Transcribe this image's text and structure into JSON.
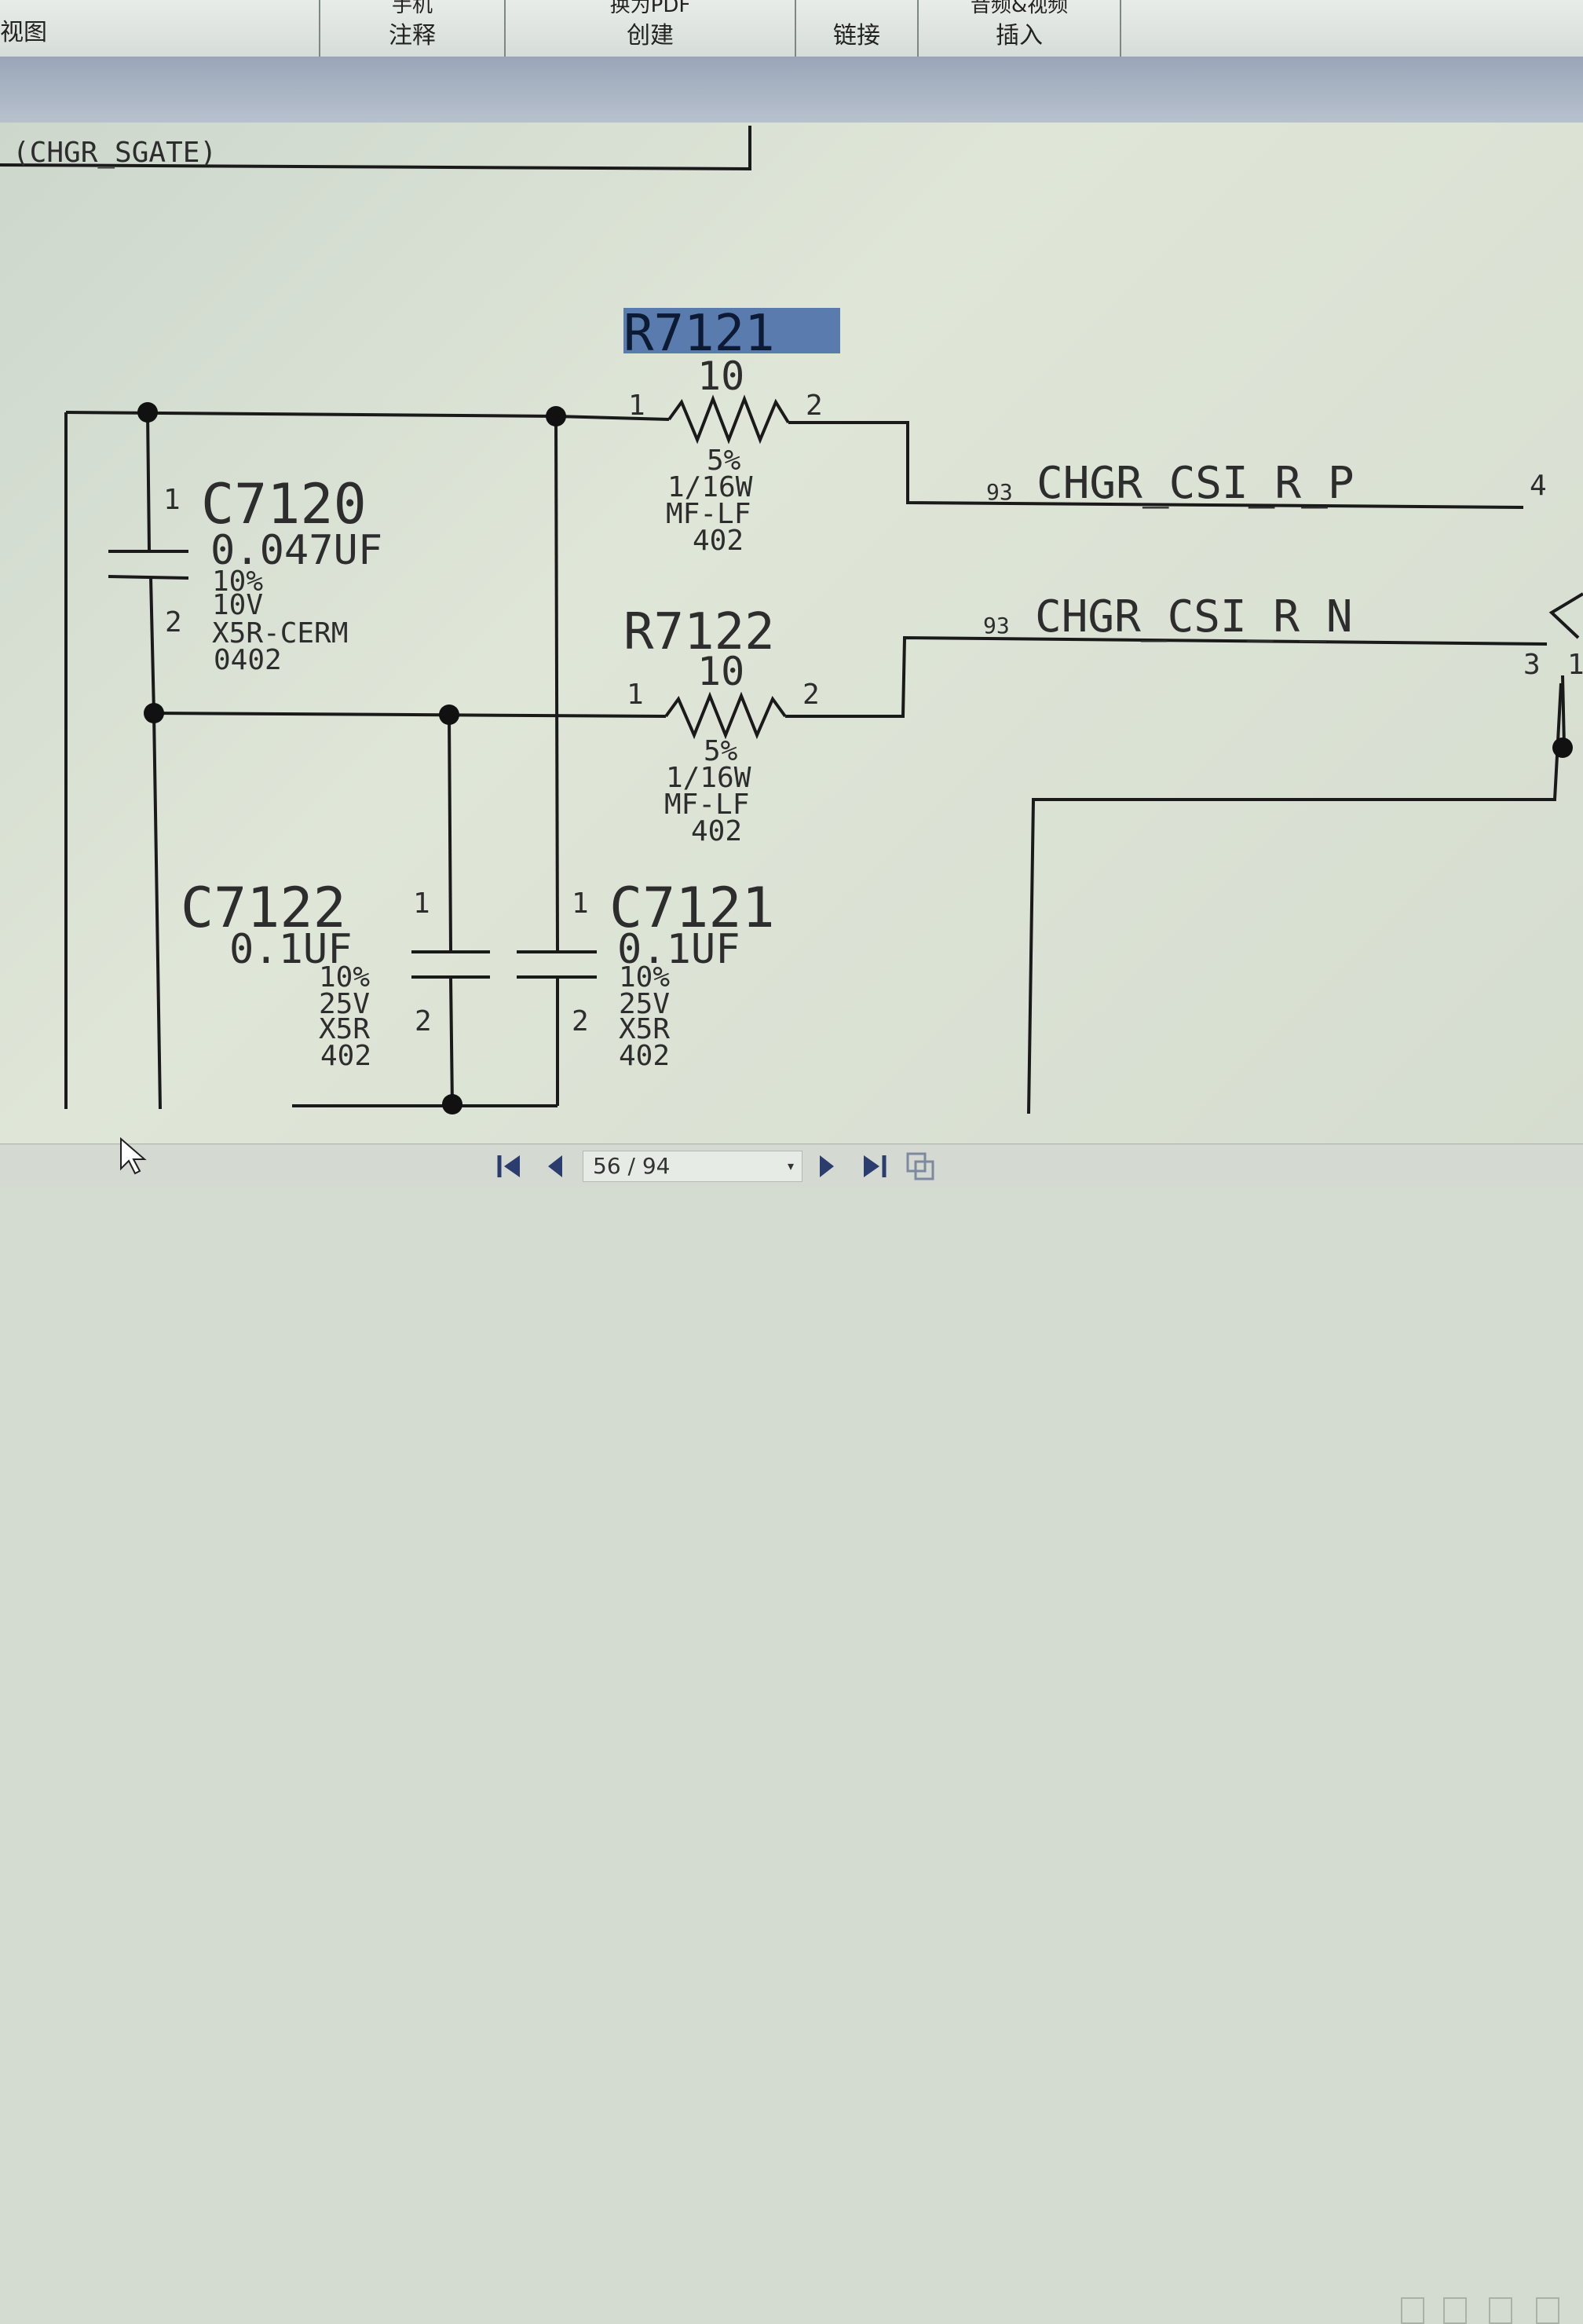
{
  "ribbon": {
    "left_label": "视图",
    "groups": [
      {
        "top": "手机",
        "label": "注释"
      },
      {
        "top": "换为PDF",
        "label": "创建"
      },
      {
        "top": "",
        "label": "链接"
      },
      {
        "top": "音频&视频",
        "label": "插入"
      }
    ]
  },
  "schematic": {
    "net_top": "(CHGR_SGATE)",
    "r7121": {
      "ref": "R7121",
      "value": "10",
      "pin1": "1",
      "pin2": "2",
      "tol": "5%",
      "power": "1/16W",
      "type": "MF-LF",
      "size": "402"
    },
    "r7122": {
      "ref": "R7122",
      "value": "10",
      "pin1": "1",
      "pin2": "2",
      "tol": "5%",
      "power": "1/16W",
      "type": "MF-LF",
      "size": "402"
    },
    "c7120": {
      "ref": "C7120",
      "value": "0.047UF",
      "pin1": "1",
      "pin2": "2",
      "tol": "10%",
      "volt": "10V",
      "type": "X5R-CERM",
      "size": "0402"
    },
    "c7122": {
      "ref": "C7122",
      "value": "0.1UF",
      "pin1": "1",
      "pin2": "2",
      "tol": "10%",
      "volt": "25V",
      "type": "X5R",
      "size": "402"
    },
    "c7121": {
      "ref": "C7121",
      "value": "0.1UF",
      "pin1": "1",
      "pin2": "2",
      "tol": "10%",
      "volt": "25V",
      "type": "X5R",
      "size": "402"
    },
    "net_p": {
      "page": "93",
      "name": "CHGR_CSI_R_P",
      "pin": "4"
    },
    "net_n": {
      "page": "93",
      "name": "CHGR_CSI_R_N",
      "pin": "3",
      "pin_extra": "1"
    }
  },
  "nav": {
    "page_value": "56 / 94",
    "first_icon": "first-page-icon",
    "prev_icon": "prev-page-icon",
    "next_icon": "next-page-icon",
    "last_icon": "last-page-icon"
  },
  "colors": {
    "highlight": "#4a6fa8",
    "wire": "#1a1a1a"
  }
}
